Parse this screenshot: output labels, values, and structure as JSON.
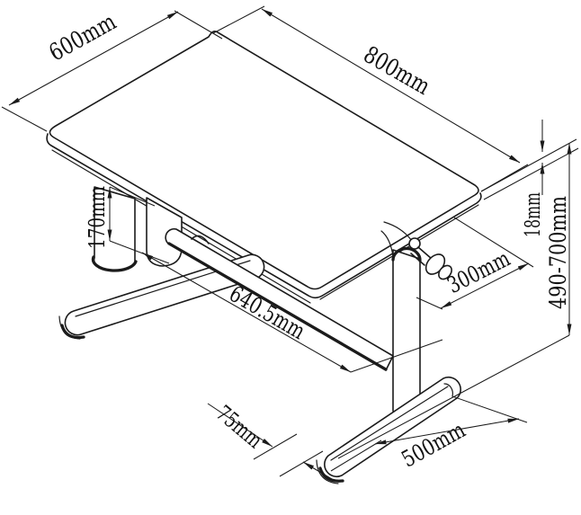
{
  "drawing": {
    "title": "height-adjustable desk technical drawing",
    "style": "isometric line drawing",
    "line_color": "#1b1b1b",
    "background_color": "#ffffff"
  },
  "dimensions": {
    "desktop_depth": "600mm",
    "desktop_width": "800mm",
    "desktop_thickness": "18mm",
    "height_range": "490-700mm",
    "handle_offset": "300mm",
    "frame_length": "640.5mm",
    "underside_drop": "170mm",
    "foot_width": "75mm",
    "foot_length": "500mm"
  }
}
